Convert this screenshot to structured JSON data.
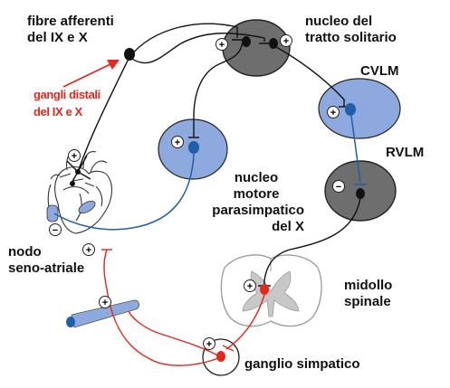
{
  "labels": {
    "fibre_afferenti": [
      "fibre afferenti",
      "del IX e X"
    ],
    "gangli_distali": [
      "gangli distali",
      "del IX e  X"
    ],
    "nucleo_tratto": [
      "nucleo del",
      "tratto solitario"
    ],
    "cvlm": "CVLM",
    "rvlm": "RVLM",
    "nucleo_motore": [
      "nucleo",
      "motore",
      "parasimpatico",
      "del X"
    ],
    "nodo": [
      "nodo",
      "seno-atriale"
    ],
    "midollo": [
      "midollo",
      "spinale"
    ],
    "ganglio": "ganglio simpatico"
  },
  "signs": {
    "plus": "+",
    "minus": "−"
  },
  "colors": {
    "parasympathetic_blue": "#1f5fa8",
    "sympathetic_red": "#e8261c",
    "nucleus_gray": "#6e6e6e",
    "nucleus_blue": "#8ea9dd",
    "spinal_gray": "#c8c8c8"
  }
}
